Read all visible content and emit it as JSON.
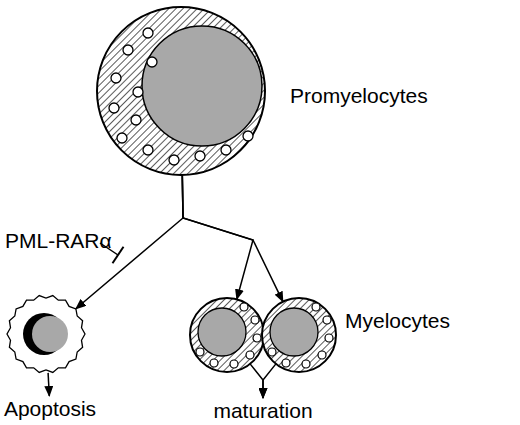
{
  "diagram": {
    "nodes": [
      {
        "text": [
          "Promyelocytes"
        ]
      },
      {
        "text": []
      },
      {
        "text": [
          "Apoptosis"
        ]
      },
      {
        "text": []
      },
      {
        "text": [
          "Myelocytes"
        ]
      },
      {
        "text": [
          "maturation"
        ]
      }
    ],
    "edges": [
      {
        "from": 0,
        "to": 1,
        "arrow": "to"
      },
      {
        "from": 0,
        "to": 3,
        "arrow": "to"
      },
      {
        "from": 0,
        "to": 4,
        "arrow": "to"
      },
      {
        "from": 1,
        "to": 2,
        "arrow": "to"
      },
      {
        "from": 3,
        "to": 5,
        "arrow": "to"
      },
      {
        "from": 4,
        "to": 5,
        "arrow": "to"
      }
    ],
    "labels": [
      "PML-RARα"
    ]
  }
}
